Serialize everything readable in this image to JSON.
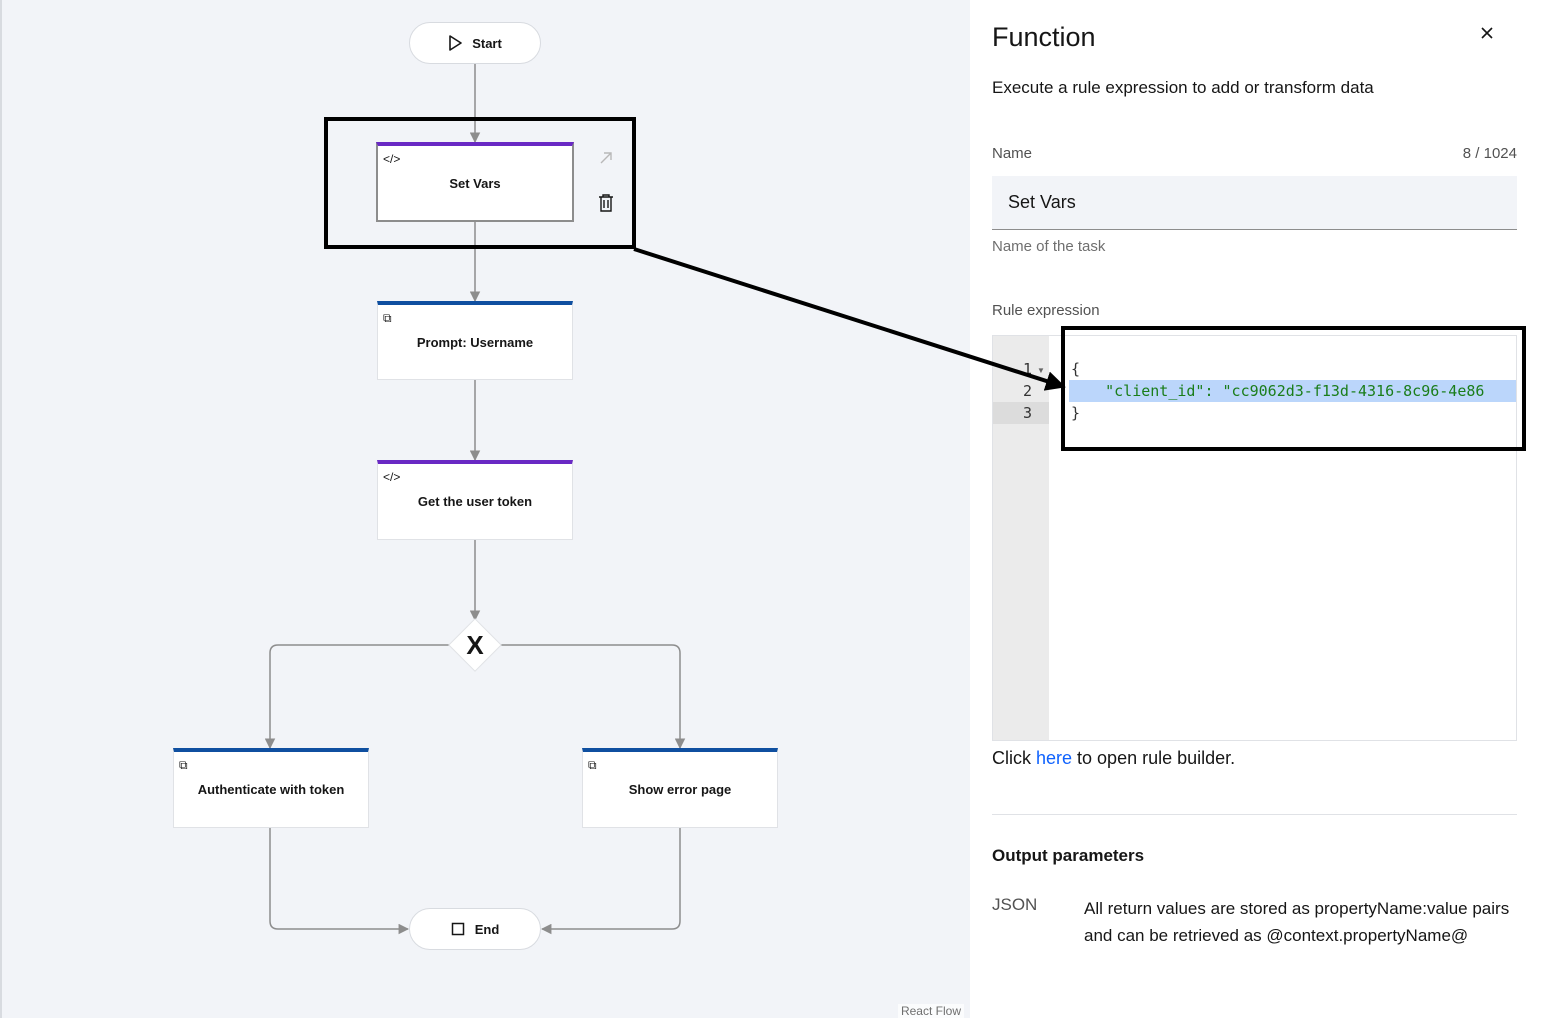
{
  "flow": {
    "start_label": "Start",
    "end_label": "End",
    "gateway_label": "X",
    "nodes": [
      {
        "label": "Set Vars",
        "icon": "</>"
      },
      {
        "label": "Prompt: Username",
        "icon": "⧉"
      },
      {
        "label": "Get the user token",
        "icon": "</>"
      },
      {
        "label": "Authenticate with token",
        "icon": "⧉"
      },
      {
        "label": "Show error page",
        "icon": "⧉"
      }
    ],
    "watermark": "React Flow"
  },
  "panel": {
    "title": "Function",
    "description": "Execute a rule expression to add or transform data",
    "name_label": "Name",
    "name_count": "8 / 1024",
    "name_value": "Set Vars",
    "name_help": "Name of the task",
    "rule_label": "Rule expression",
    "code_lines": [
      "{",
      "    \"client_id\": \"cc9062d3-f13d-4316-8c96-4e86",
      "}"
    ],
    "line_numbers": [
      "1",
      "2",
      "3"
    ],
    "click_prefix": "Click ",
    "click_link": "here",
    "click_suffix": " to open rule builder.",
    "output_heading": "Output parameters",
    "output_type": "JSON",
    "output_desc": "All return values are stored as propertyName:value pairs and can be retrieved as @context.propertyName@"
  },
  "colors": {
    "function_accent": "#6929c4",
    "ui_accent": "#0f4fa0",
    "link": "#0f62fe",
    "highlight": "#bbd6fb"
  }
}
